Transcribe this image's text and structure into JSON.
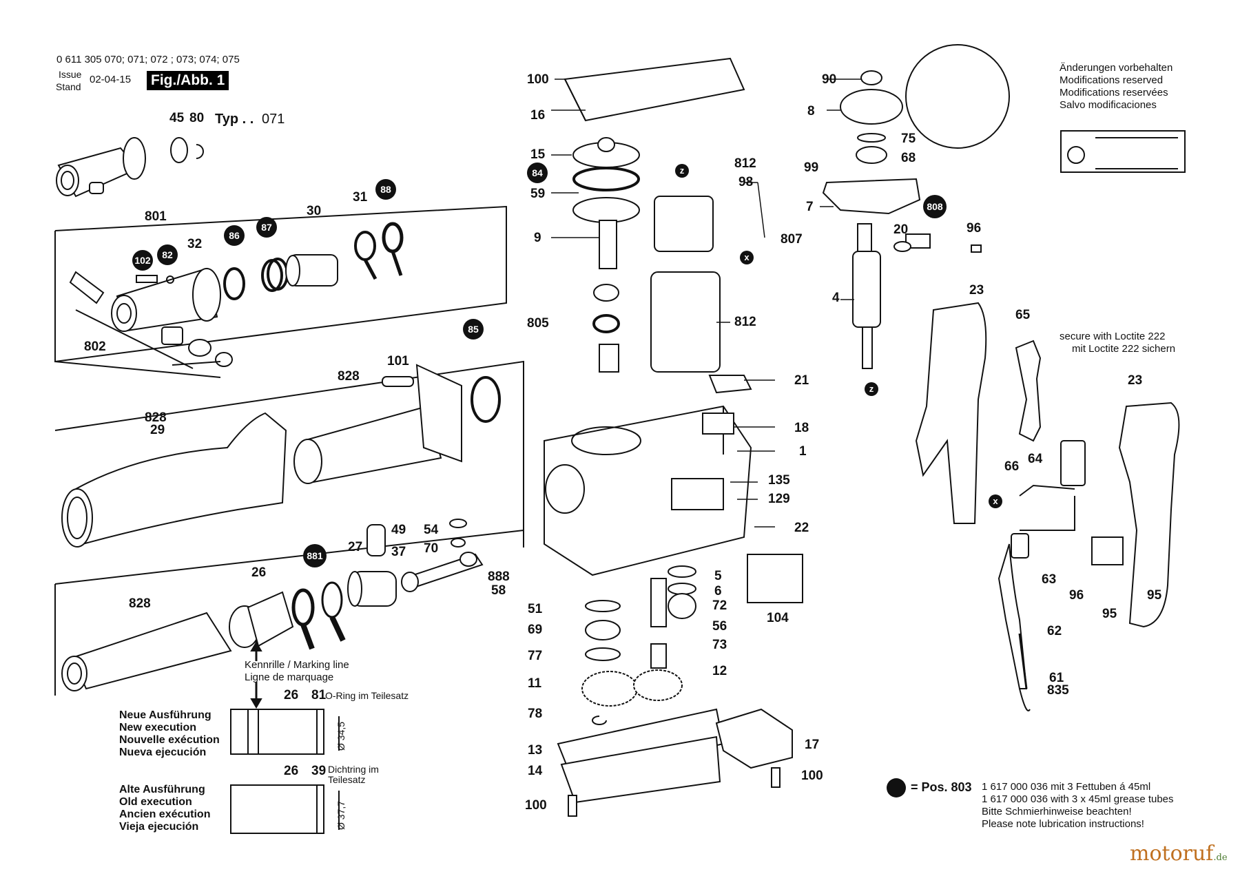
{
  "header": {
    "model_numbers": "0 611 305 070; 071; 072 ; 073; 074; 075",
    "issue_label": "Issue",
    "stand_label": "Stand",
    "issue_date": "02-04-15",
    "fig_label": "Fig./Abb. 1",
    "typ_label": "Typ . .",
    "typ_value": "071"
  },
  "notice": {
    "line1": "Änderungen vorbehalten",
    "line2": "Modifications reserved",
    "line3": "Modifications reservées",
    "line4": "Salvo modificaciones"
  },
  "loctite": {
    "line1": "secure with Loctite 222",
    "line2": "mit Loctite 222 sichern"
  },
  "marking_line": {
    "line1": "Kennrille / Marking line",
    "line2": "Ligne de marquage"
  },
  "new_execution": [
    "Neue Ausführung",
    "New execution",
    "Nouvelle exécution",
    "Nueva ejecución"
  ],
  "old_execution": [
    "Alte Ausführung",
    "Old execution",
    "Ancien exécution",
    "Vieja ejecución"
  ],
  "o_ring_note": "O-Ring im Teilesatz",
  "dichtring_note": [
    "Dichtring im",
    "Teilesatz"
  ],
  "dim_new": "Ø 34,5",
  "dim_old": "Ø 37,7",
  "lubrication": {
    "pos_label": "= Pos. 803",
    "line1": "1 617 000 036 mit 3 Fettuben á 45ml",
    "line2": "1 617 000 036 with 3 x 45ml grease tubes",
    "line3": "Bitte Schmierhinweise beachten!",
    "line4": "Please note lubrication instructions!"
  },
  "logo": {
    "main": "motoruf",
    "suffix": ".de"
  },
  "part_numbers": {
    "p45": "45",
    "p80": "80",
    "p801": "801",
    "p32": "32",
    "p102": "102",
    "p82": "82",
    "p86": "86",
    "p87": "87",
    "p30": "30",
    "p31": "31",
    "p88": "88",
    "p802": "802",
    "p828a": "828",
    "p101": "101",
    "p85": "85",
    "p828b": "828",
    "p29": "29",
    "p49": "49",
    "p54": "54",
    "p70": "70",
    "p27": "27",
    "p37": "37",
    "p881": "881",
    "p26": "26",
    "p828c": "828",
    "p888": "888",
    "p58": "58",
    "p26b": "26",
    "p81": "81",
    "p26c": "26",
    "p39": "39",
    "p100a": "100",
    "p16": "16",
    "p15": "15",
    "p84": "84",
    "p59": "59",
    "p9": "9",
    "p805": "805",
    "p812a": "812",
    "p98": "98",
    "p807": "807",
    "p812b": "812",
    "p21": "21",
    "p18": "18",
    "p1": "1",
    "p135": "135",
    "p129": "129",
    "p22": "22",
    "p5": "5",
    "p6": "6",
    "p72": "72",
    "p56": "56",
    "p73": "73",
    "p104": "104",
    "p51": "51",
    "p69": "69",
    "p77": "77",
    "p11": "11",
    "p12": "12",
    "p78": "78",
    "p13": "13",
    "p14": "14",
    "p17": "17",
    "p100b": "100",
    "p100c": "100",
    "p90": "90",
    "p8": "8",
    "p75": "75",
    "p68": "68",
    "p99": "99",
    "p7": "7",
    "p808": "808",
    "p20": "20",
    "p96a": "96",
    "p4": "4",
    "p23a": "23",
    "p65": "65",
    "p23b": "23",
    "p66": "66",
    "p64": "64",
    "p63": "63",
    "p96b": "96",
    "p95a": "95",
    "p95b": "95",
    "p62": "62",
    "p61": "61",
    "p835": "835"
  },
  "letter_markers": {
    "z": "z",
    "x": "x"
  }
}
